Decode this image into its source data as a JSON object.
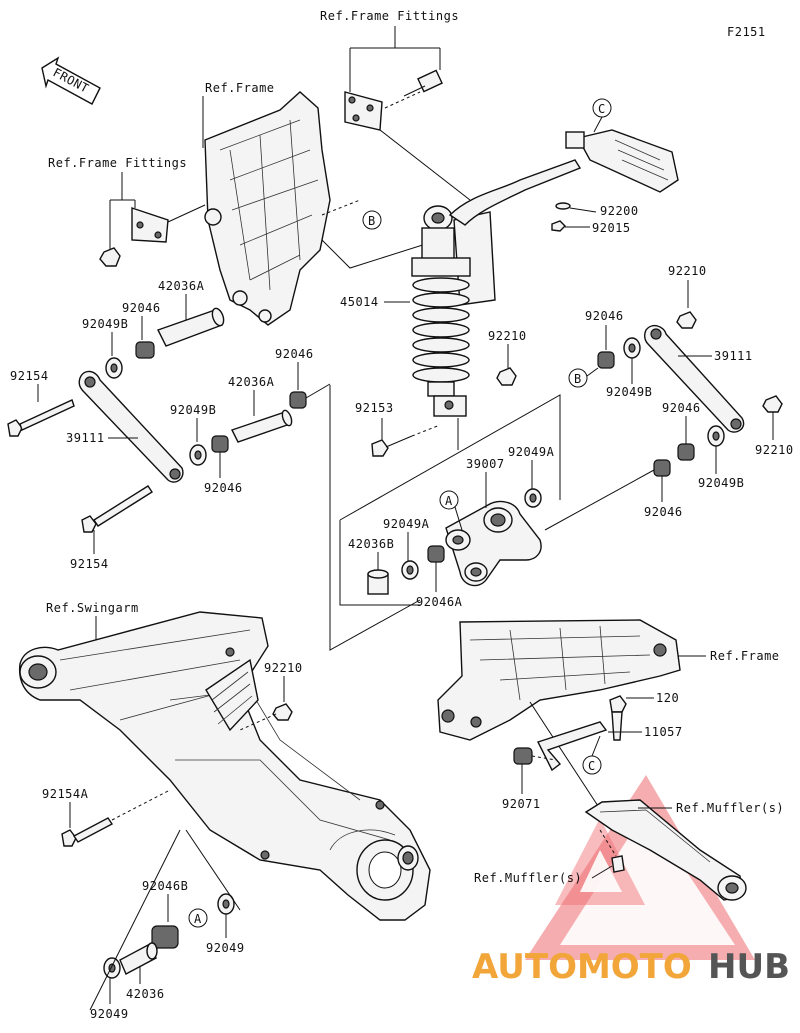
{
  "diagram_code": "F2151",
  "front_arrow_text": "FRONT",
  "callout_markers": {
    "a": "A",
    "b": "B",
    "c": "C"
  },
  "references": {
    "frame_fittings_top": "Ref.Frame Fittings",
    "frame_fittings_left": "Ref.Frame Fittings",
    "frame_top": "Ref.Frame",
    "frame_right": "Ref.Frame",
    "swingarm": "Ref.Swingarm",
    "muffler_1": "Ref.Muffler(s)",
    "muffler_2": "Ref.Muffler(s)"
  },
  "part_numbers": {
    "p92200": "92200",
    "p92015": "92015",
    "p45014": "45014",
    "p92210_center": "92210",
    "p92153": "92153",
    "p42036A_top": "42036A",
    "p92046_tl": "92046",
    "p92049B_tl": "92049B",
    "p92154_top": "92154",
    "p39111_left": "39111",
    "p92046_mid": "92046",
    "p42036A_mid": "42036A",
    "p92049B_mid": "92049B",
    "p92046_midb": "92046",
    "p92154_bottom": "92154",
    "p92210_right_top": "92210",
    "p92046_right": "92046",
    "p39111_right": "39111",
    "p92049B_right": "92049B",
    "p92046_right2": "92046",
    "p92210_right_bottom": "92210",
    "p92049B_right2": "92049B",
    "p92046_right3": "92046",
    "p92049A_1": "92049A",
    "p39007": "39007",
    "p92049A_2": "92049A",
    "p42036B": "42036B",
    "p92046A": "92046A",
    "p92210_swingarm": "92210",
    "p120": "120",
    "p11057": "11057",
    "p92071": "92071",
    "p92154A": "92154A",
    "p92046B": "92046B",
    "p92049_a": "92049",
    "p42036": "42036",
    "p92049_b": "92049"
  },
  "watermark": {
    "part1": "AUTOMOTO",
    "part2": "HUB",
    "color1": "#f2a63a",
    "color2": "#555555",
    "triangle_color": "#e8383d"
  }
}
